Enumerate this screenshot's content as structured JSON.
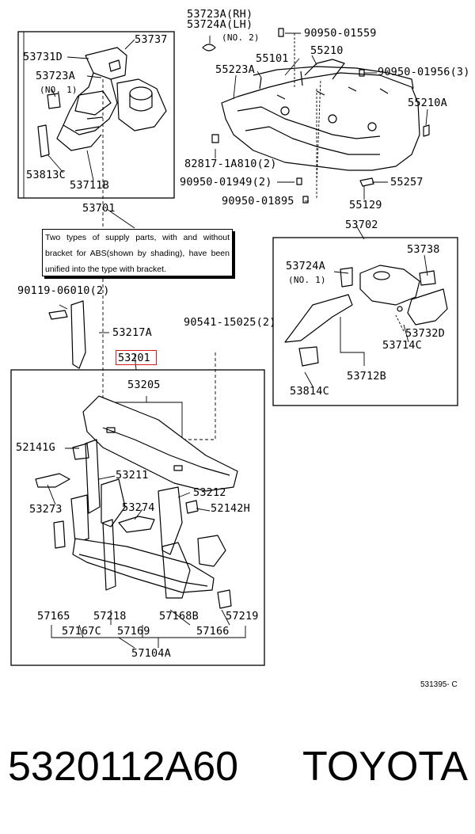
{
  "labels": {
    "l53723A_RH": "53723A(RH)",
    "l53724A_LH": "53724A(LH)",
    "l_no2": "(NO. 2)",
    "l90950_01559": "90950-01559",
    "l53737": "53737",
    "l53731D": "53731D",
    "l55101": "55101",
    "l55210": "55210",
    "l90950_01956": "90950-01956(3)",
    "l53723A": "53723A",
    "l55223A": "55223A",
    "l_no1a": "(NO. 1)",
    "l55210A": "55210A",
    "l53813C": "53813C",
    "l53711B": "53711B",
    "l82817": "82817-1A810(2)",
    "l90950_01949": "90950-01949(2)",
    "l55257": "55257",
    "l90950_01895": "90950-01895",
    "l55129": "55129",
    "l53701": "53701",
    "l53702": "53702",
    "l53738": "53738",
    "l53724A": "53724A",
    "l_no1b": "(NO. 1)",
    "l90119": "90119-06010(2)",
    "l53217A": "53217A",
    "l90541": "90541-15025(2)",
    "l53732D": "53732D",
    "l53714C": "53714C",
    "l53712B": "53712B",
    "l53814C": "53814C",
    "l53205": "53205",
    "l52141G": "52141G",
    "l53211": "53211",
    "l53212": "53212",
    "l53273": "53273",
    "l53274": "53274",
    "l52142H": "52142H",
    "l57165": "57165",
    "l57218": "57218",
    "l57168B": "57168B",
    "l57219": "57219",
    "l57167C": "57167C",
    "l57169": "57169",
    "l57166": "57166",
    "l57104A": "57104A"
  },
  "note": "Two types of supply parts, with and without bracket for ABS(shown by shading), have been unified into the type with bracket.",
  "highlight": {
    "part": "53201",
    "color": "#d81b1b"
  },
  "diagram_code": "531395- C",
  "footer": {
    "part_number": "5320112A60",
    "brand": "TOYOTA"
  }
}
